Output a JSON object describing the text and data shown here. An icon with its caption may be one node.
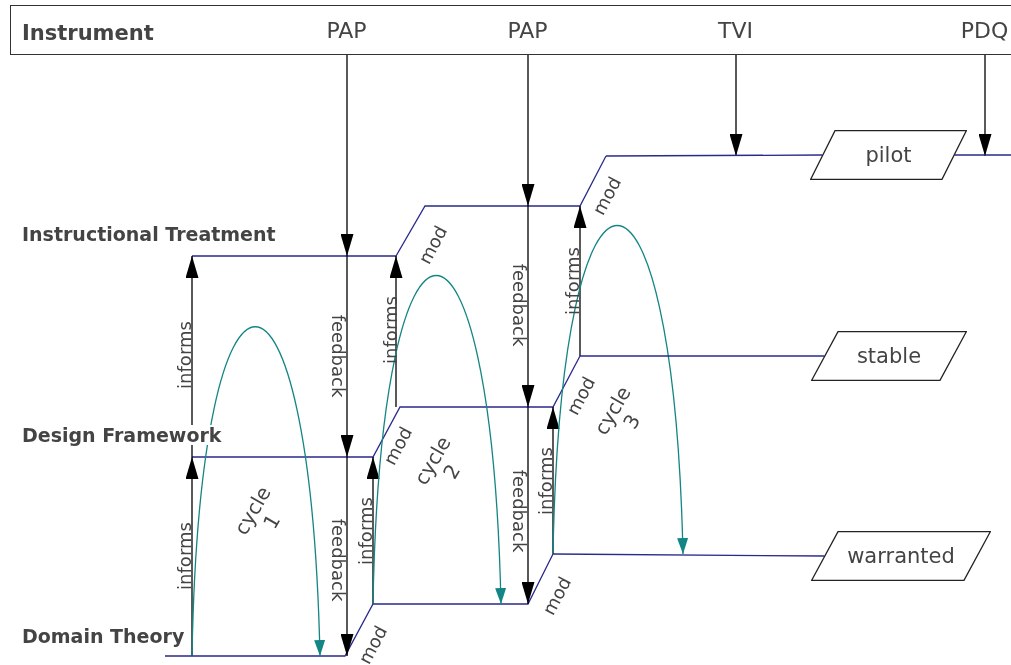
{
  "diagram": {
    "nodes": [
      {
        "text": [
          "Instrument"
        ]
      },
      {
        "text": [
          "PAP"
        ],
        "in": 0
      },
      {
        "text": [
          "PAP"
        ],
        "in": 0
      },
      {
        "text": [
          "TVI"
        ],
        "in": 0
      },
      {
        "text": [
          "PDQ"
        ],
        "in": 0
      },
      {
        "text": [
          "pilot"
        ]
      },
      {
        "text": [
          "stable"
        ]
      },
      {
        "text": [
          "warranted"
        ]
      }
    ],
    "edges": [
      {
        "from": 1,
        "to": null,
        "arrow": "to"
      },
      {
        "from": 2,
        "to": null,
        "arrow": "to"
      },
      {
        "from": 3,
        "to": null,
        "arrow": "to"
      },
      {
        "from": 4,
        "to": null,
        "arrow": "to"
      },
      {
        "from": null,
        "to": 5,
        "arrow": "none",
        "color": "#2a2a8c"
      },
      {
        "from": 5,
        "to": null,
        "arrow": "none",
        "color": "#2a2a8c"
      },
      {
        "from": null,
        "to": 6,
        "arrow": "none",
        "color": "#2a2a8c"
      },
      {
        "from": null,
        "to": 7,
        "arrow": "none",
        "color": "#2a2a8c"
      }
    ],
    "labels": [
      "mod",
      "Instructional Treatment",
      "mod",
      "feedback",
      "informs",
      "informs",
      "feedback",
      "informs",
      "mod",
      "cycle 3",
      "Design Framework",
      "mod",
      "cycle 2",
      "feedback",
      "informs",
      "cycle 1",
      "informs",
      "feedback",
      "informs",
      "mod",
      "Domain Theory",
      "mod"
    ]
  }
}
